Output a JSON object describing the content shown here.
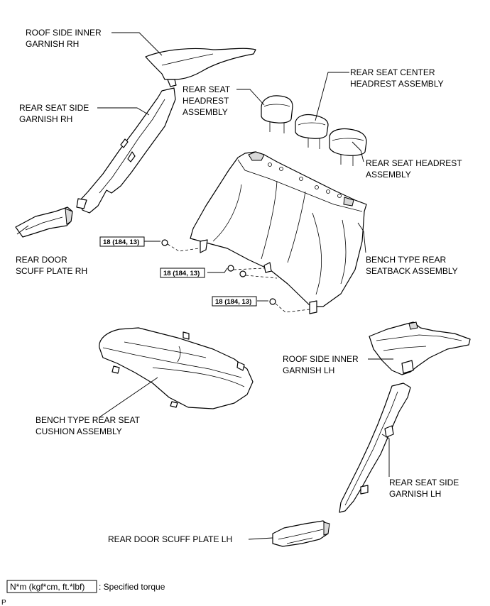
{
  "labels": {
    "roof_rh_1": "ROOF SIDE INNER",
    "roof_rh_2": "GARNISH RH",
    "side_rh_1": "REAR SEAT SIDE",
    "side_rh_2": "GARNISH RH",
    "scuff_rh_1": "REAR DOOR",
    "scuff_rh_2": "SCUFF PLATE RH",
    "headrest_1": "REAR SEAT",
    "headrest_2": "HEADREST",
    "headrest_3": "ASSEMBLY",
    "center_1": "REAR SEAT CENTER",
    "center_2": "HEADREST ASSEMBLY",
    "headrest_r_1": "REAR SEAT HEADREST",
    "headrest_r_2": "ASSEMBLY",
    "bench_back_1": "BENCH TYPE REAR",
    "bench_back_2": "SEATBACK ASSEMBLY",
    "cushion_1": "BENCH TYPE REAR SEAT",
    "cushion_2": "CUSHION ASSEMBLY",
    "roof_lh_1": "ROOF SIDE INNER",
    "roof_lh_2": "GARNISH LH",
    "side_lh_1": "REAR SEAT SIDE",
    "side_lh_2": "GARNISH LH",
    "scuff_lh": "REAR DOOR SCUFF PLATE LH"
  },
  "torques": [
    "18 (184, 13)",
    "18 (184, 13)",
    "18 (184, 13)"
  ],
  "legend": {
    "box": "N*m (kgf*cm, ft.*lbf)",
    "text": ": Specified torque"
  },
  "corner": "P"
}
